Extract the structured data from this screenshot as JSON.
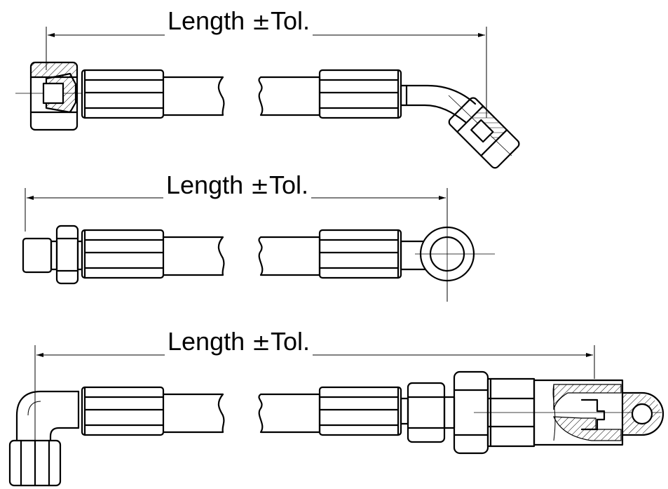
{
  "dimensions": [
    {
      "text": "Length",
      "symbol": "±",
      "suffix": "Tol."
    },
    {
      "text": "Length",
      "symbol": "±",
      "suffix": "Tol."
    },
    {
      "text": "Length",
      "symbol": "±",
      "suffix": "Tol."
    }
  ]
}
